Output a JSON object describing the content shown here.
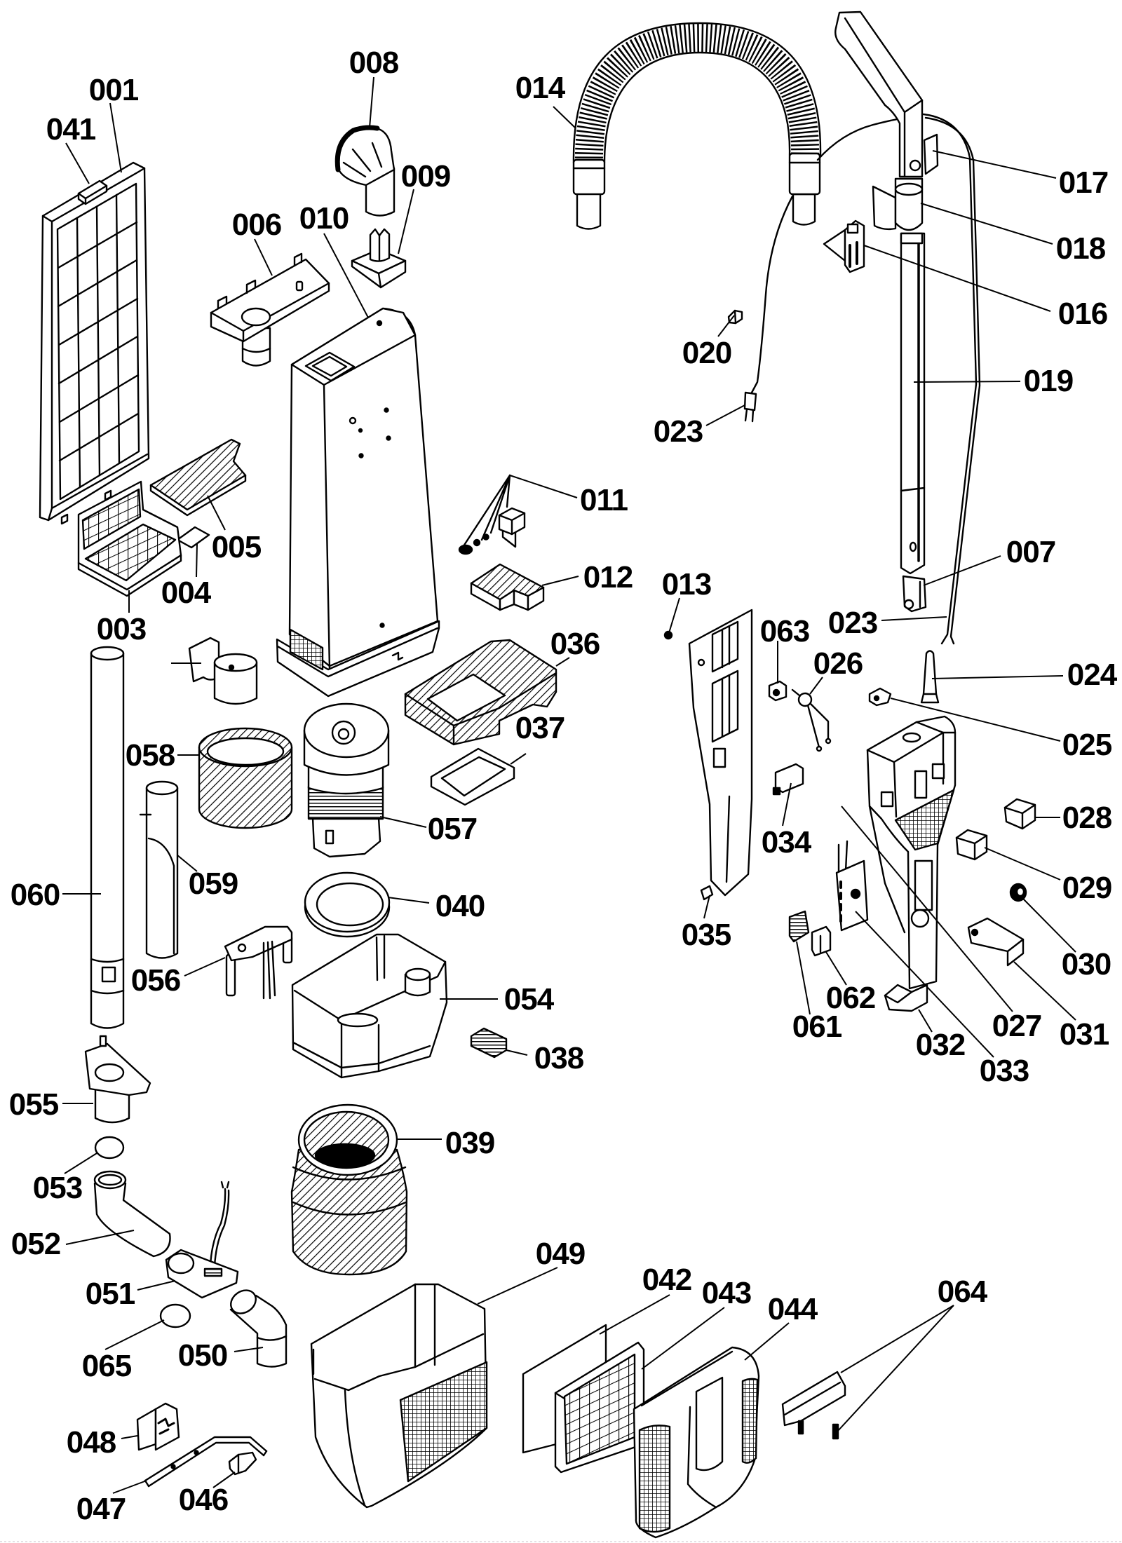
{
  "diagram": {
    "colors": {
      "background": "#ffffff",
      "ink": "#000000"
    },
    "callouts": [
      "001",
      "041",
      "008",
      "009",
      "006",
      "010",
      "014",
      "017",
      "018",
      "016",
      "020",
      "019",
      "023",
      "011",
      "005",
      "004",
      "003",
      "012",
      "007",
      "023",
      "013",
      "063",
      "026",
      "024",
      "036",
      "037",
      "025",
      "058",
      "057",
      "034",
      "028",
      "029",
      "059",
      "060",
      "040",
      "035",
      "030",
      "056",
      "054",
      "062",
      "027",
      "031",
      "061",
      "032",
      "033",
      "038",
      "055",
      "053",
      "039",
      "052",
      "049",
      "042",
      "043",
      "044",
      "064",
      "051",
      "065",
      "050",
      "048",
      "047",
      "046"
    ]
  }
}
